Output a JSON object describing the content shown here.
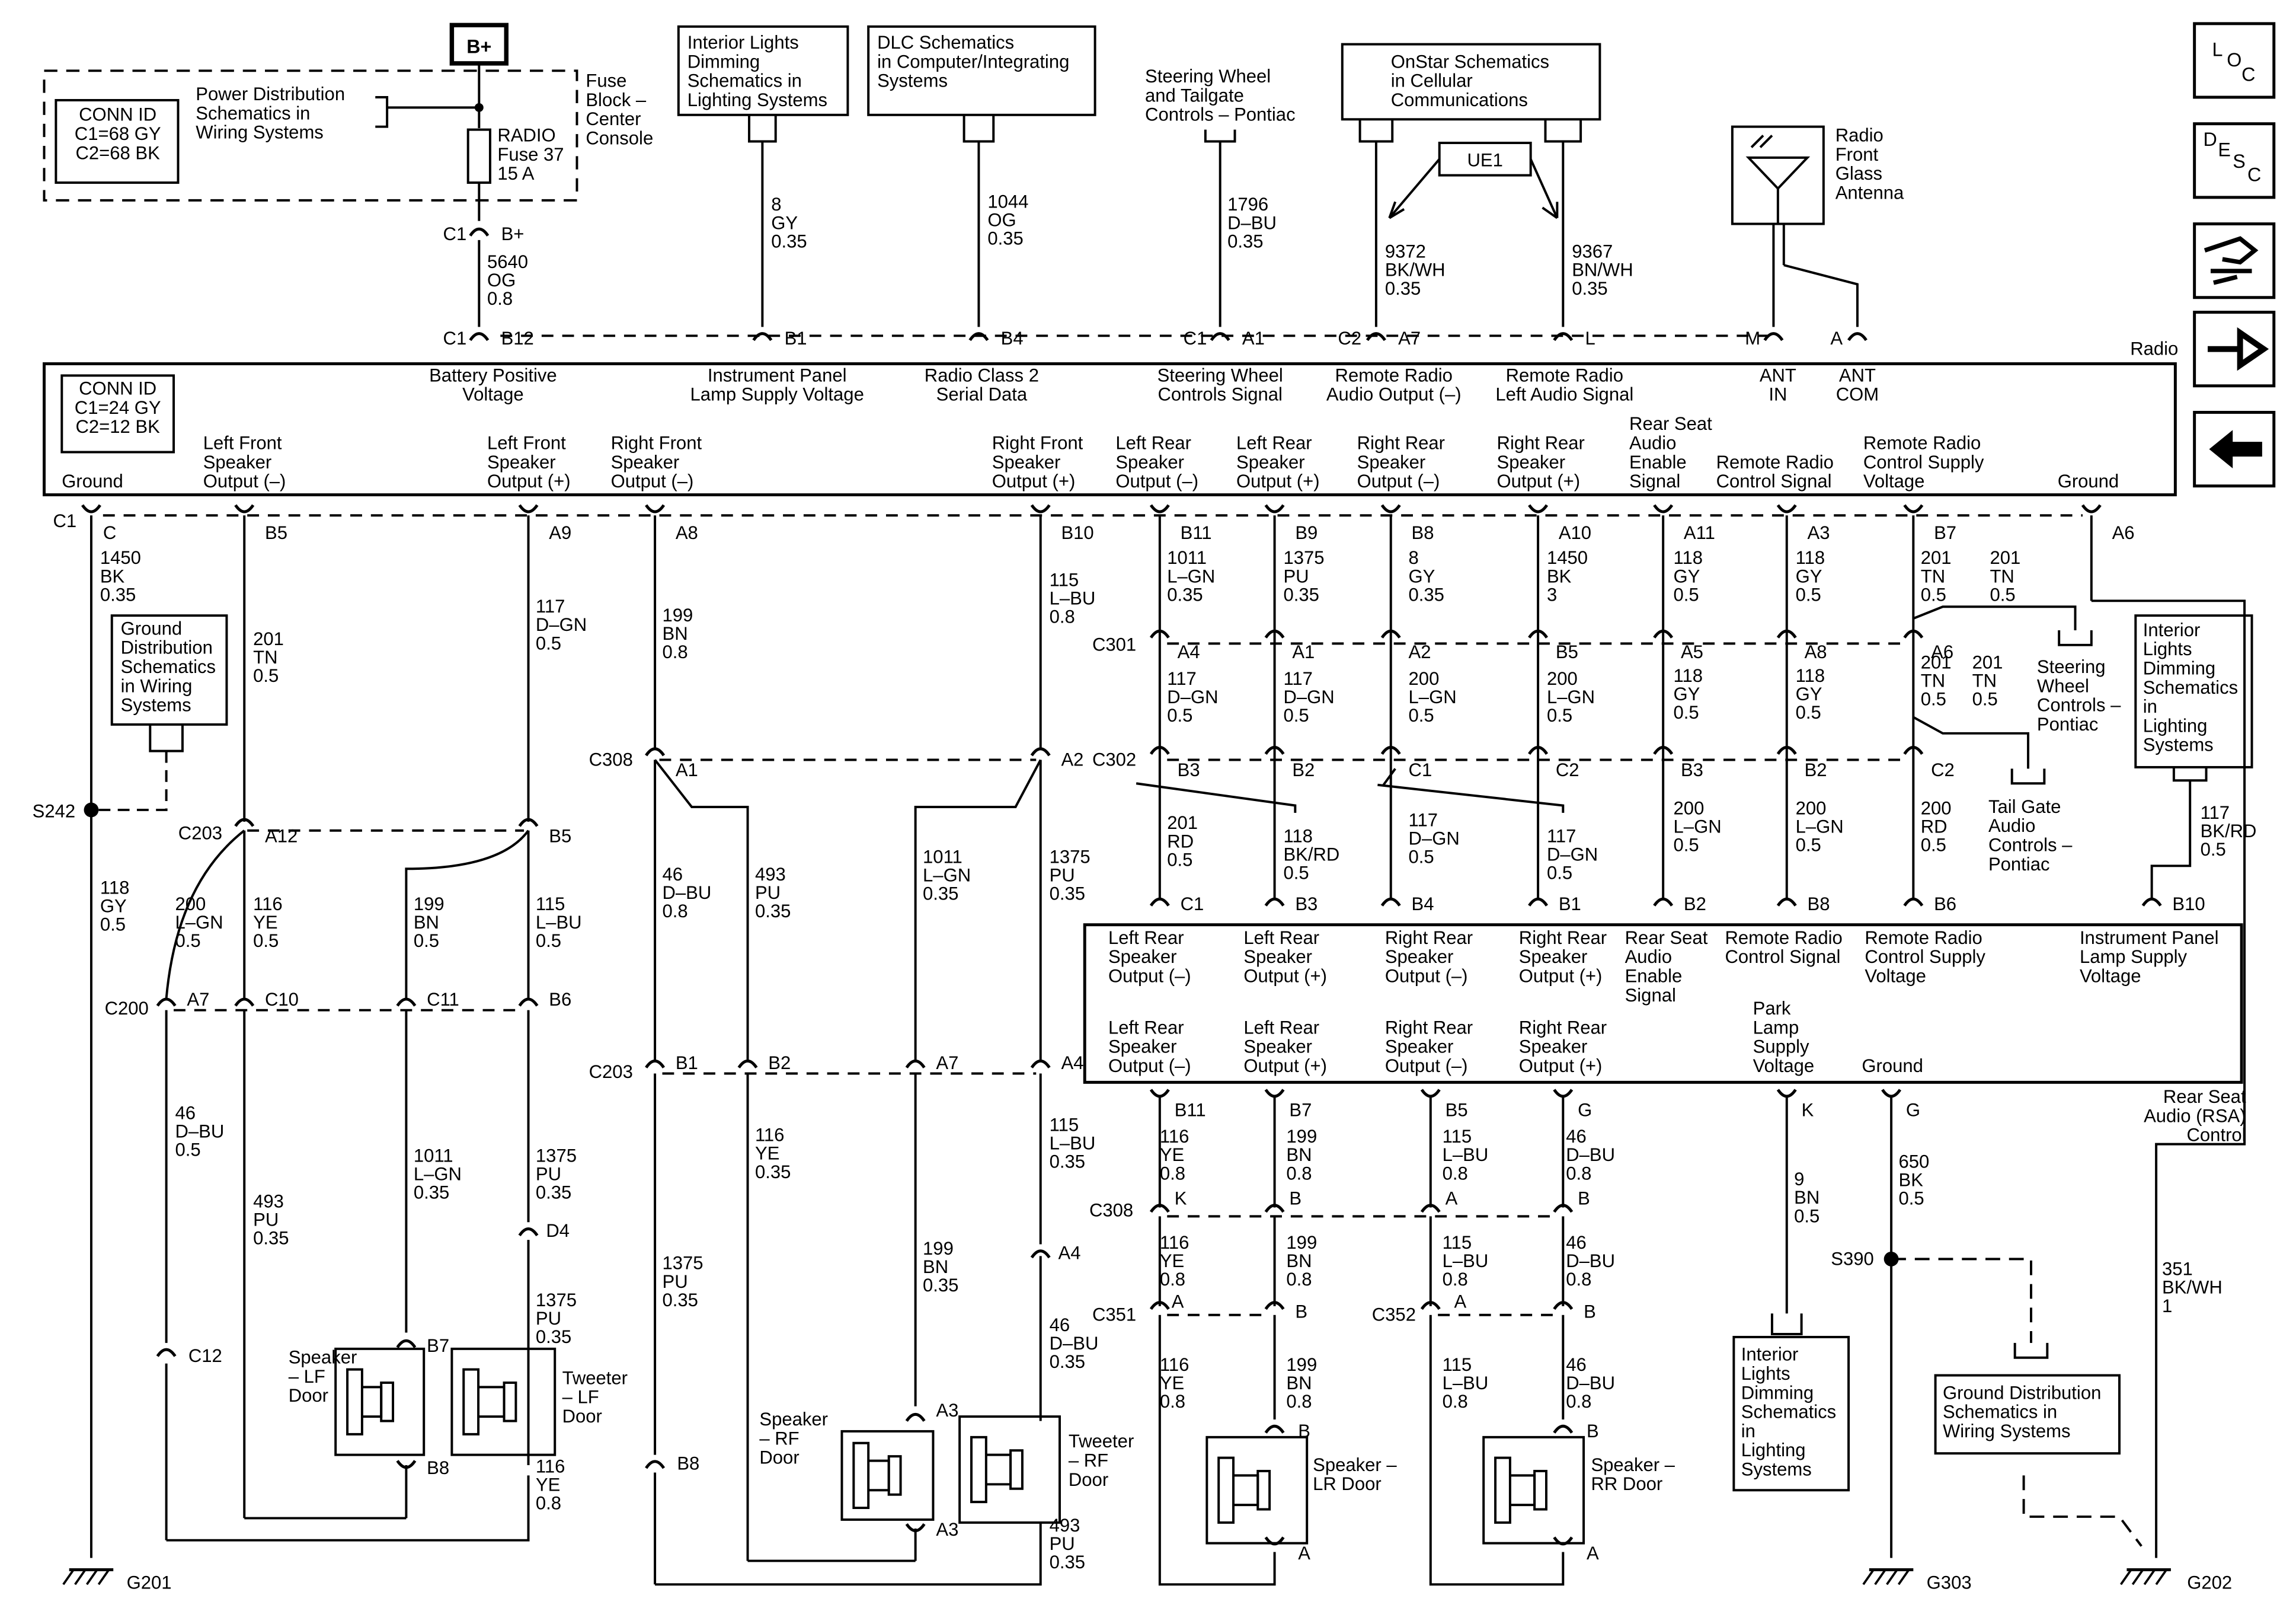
{
  "title": "",
  "boxes": {
    "bplus": "B+",
    "conn_id_fuse": [
      "CONN ID",
      "C1=68 GY",
      "C2=68 BK"
    ],
    "power_dist": [
      "Power Distribution",
      "Schematics in",
      "Wiring  Systems"
    ],
    "fuse_block": [
      "Fuse",
      "Block –",
      "Center",
      "Console"
    ],
    "radio_fuse": [
      "RADIO",
      "Fuse 37",
      "15 A"
    ],
    "interior_top": [
      "Interior Lights",
      "Dimming",
      "Schematics in",
      "Lighting Systems"
    ],
    "dlc": [
      "DLC Schematics",
      "in Computer/Integrating",
      "Systems"
    ],
    "steering_top": [
      "Steering Wheel",
      "and Tailgate",
      "Controls – Pontiac"
    ],
    "onstar": [
      "OnStar Schematics",
      "in Cellular",
      "Communications"
    ],
    "ue1": "UE1",
    "antenna": [
      "Radio",
      "Front",
      "Glass",
      "Antenna"
    ],
    "radio_name": "Radio",
    "conn_id_radio": [
      "CONN ID",
      "C1=24 GY",
      "C2=12 BK"
    ],
    "ground_dist_left": [
      "Ground",
      "Distribution",
      "Schematics",
      "in Wiring",
      "Systems"
    ],
    "interior_right": [
      "Interior",
      "Lights",
      "Dimming",
      "Schematics",
      "in",
      "Lighting",
      "Systems"
    ],
    "steering_right": [
      "Steering",
      "Wheel",
      "Controls –",
      "Pontiac"
    ],
    "tailgate": [
      "Tail Gate",
      "Audio",
      "Controls –",
      "Pontiac"
    ],
    "rsa_name": [
      "Rear Seat",
      "Audio (RSA)",
      "Control"
    ],
    "interior_bottom": [
      "Interior",
      "Lights",
      "Dimming",
      "Schematics",
      "in",
      "Lighting",
      "Systems"
    ],
    "ground_dist_bottom": [
      "Ground Distribution",
      "Schematics in",
      "Wiring Systems"
    ]
  },
  "nav_icons": [
    "LOC",
    "DESC",
    "component-view",
    "next-page",
    "previous-page"
  ],
  "radio_pins_top": [
    {
      "label": [
        "Battery Positive",
        "Voltage"
      ]
    },
    {
      "label": [
        "Instrument Panel",
        "Lamp Supply Voltage"
      ]
    },
    {
      "label": [
        "Radio Class 2",
        "Serial Data"
      ]
    },
    {
      "label": [
        "Steering Wheel",
        "Controls Signal"
      ]
    },
    {
      "label": [
        "Remote Radio",
        "Audio Output (–)"
      ]
    },
    {
      "label": [
        "Remote Radio",
        "Left Audio Signal"
      ]
    },
    {
      "label": [
        "ANT",
        "IN"
      ]
    },
    {
      "label": [
        "ANT",
        "COM"
      ]
    }
  ],
  "radio_pins_bottom": [
    {
      "label": [
        "Ground"
      ]
    },
    {
      "label": [
        "Left Front",
        "Speaker",
        "Output (–)"
      ]
    },
    {
      "label": [
        "Left Front",
        "Speaker",
        "Output (+)"
      ]
    },
    {
      "label": [
        "Right Front",
        "Speaker",
        "Output (–)"
      ]
    },
    {
      "label": [
        "Right Front",
        "Speaker",
        "Output (+)"
      ]
    },
    {
      "label": [
        "Left Rear",
        "Speaker",
        "Output (–)"
      ]
    },
    {
      "label": [
        "Left Rear",
        "Speaker",
        "Output (+)"
      ]
    },
    {
      "label": [
        "Right Rear",
        "Speaker",
        "Output (–)"
      ]
    },
    {
      "label": [
        "Right Rear",
        "Speaker",
        "Output (+)"
      ]
    },
    {
      "label": [
        "Rear Seat",
        "Audio",
        "Enable",
        "Signal"
      ]
    },
    {
      "label": [
        "Remote Radio",
        "Control Signal"
      ]
    },
    {
      "label": [
        "Remote Radio",
        "Control Supply",
        "Voltage"
      ]
    },
    {
      "label": [
        "Ground"
      ]
    }
  ],
  "rsa_pins_top": [
    {
      "label": [
        "Left Rear",
        "Speaker",
        "Output (–)"
      ]
    },
    {
      "label": [
        "Left Rear",
        "Speaker",
        "Output (+)"
      ]
    },
    {
      "label": [
        "Right Rear",
        "Speaker",
        "Output (–)"
      ]
    },
    {
      "label": [
        "Right Rear",
        "Speaker",
        "Output (+)"
      ]
    },
    {
      "label": [
        "Rear Seat",
        "Audio",
        "Enable",
        "Signal"
      ]
    },
    {
      "label": [
        "Remote Radio",
        "Control Signal"
      ]
    },
    {
      "label": [
        "Remote Radio",
        "Control Supply",
        "Voltage"
      ]
    },
    {
      "label": [
        "Instrument Panel",
        "Lamp Supply",
        "Voltage"
      ]
    }
  ],
  "rsa_pins_bottom": [
    {
      "label": [
        "Left Rear",
        "Speaker",
        "Output (–)"
      ]
    },
    {
      "label": [
        "Left Rear",
        "Speaker",
        "Output (+)"
      ]
    },
    {
      "label": [
        "Right Rear",
        "Speaker",
        "Output (–)"
      ]
    },
    {
      "label": [
        "Right Rear",
        "Speaker",
        "Output (+)"
      ]
    },
    {
      "label": [
        "Park",
        "Lamp",
        "Supply",
        "Voltage"
      ]
    },
    {
      "label": [
        "Ground"
      ]
    }
  ],
  "components": {
    "speaker_lf": [
      "Speaker",
      "– LF",
      "Door"
    ],
    "tweeter_lf": [
      "Tweeter",
      "– LF",
      "Door"
    ],
    "speaker_rf": [
      "Speaker",
      "– RF",
      "Door"
    ],
    "tweeter_rf": [
      "Tweeter",
      "– RF",
      "Door"
    ],
    "speaker_lr": [
      "Speaker –",
      "LR Door"
    ],
    "speaker_rr": [
      "Speaker –",
      "RR Door"
    ]
  },
  "grounds": [
    "G201",
    "G303",
    "G202"
  ],
  "splices": [
    "S242",
    "S390"
  ],
  "connector_rows": [
    "C1",
    "C1",
    "C1",
    "C2",
    "C1",
    "C203",
    "C200",
    "C308",
    "C203",
    "C301",
    "C302",
    "C308",
    "C351",
    "C352"
  ],
  "pins": [
    "B+",
    "B12",
    "B1",
    "B4",
    "A1",
    "A7",
    "L",
    "M",
    "A",
    "C",
    "B5",
    "A9",
    "A8",
    "B10",
    "B11",
    "B9",
    "B8",
    "A10",
    "A11",
    "A3",
    "B7",
    "A6",
    "A12",
    "B5",
    "A7",
    "C10",
    "C11",
    "B6",
    "C12",
    "D4",
    "B7",
    "B8",
    "A1",
    "A2",
    "B1",
    "B2",
    "A7",
    "A4",
    "B8",
    "A4",
    "A3",
    "A3",
    "A4",
    "A1",
    "A2",
    "B5",
    "A5",
    "A8",
    "A6",
    "B3",
    "B2",
    "C1",
    "C2",
    "B3",
    "B2",
    "C2",
    "C1",
    "B3",
    "B4",
    "B1",
    "B2",
    "B8",
    "B6",
    "B10",
    "B11",
    "B7",
    "B5",
    "G",
    "K",
    "G",
    "K",
    "B",
    "A",
    "B",
    "A",
    "B",
    "A",
    "B",
    "B",
    "A",
    "B",
    "A",
    "B",
    "A",
    "A",
    "A"
  ],
  "wires": [
    [
      "5640",
      "OG",
      "0.8"
    ],
    [
      "8",
      "GY",
      "0.35"
    ],
    [
      "1044",
      "OG",
      "0.35"
    ],
    [
      "1796",
      "D–BU",
      "0.35"
    ],
    [
      "9372",
      "BK/WH",
      "0.35"
    ],
    [
      "9367",
      "BN/WH",
      "0.35"
    ],
    [
      "1450",
      "BK",
      "0.35"
    ],
    [
      "118",
      "GY",
      "0.5"
    ],
    [
      "201",
      "TN",
      "0.5"
    ],
    [
      "117",
      "D–GN",
      "0.5"
    ],
    [
      "200",
      "L–GN",
      "0.5"
    ],
    [
      "116",
      "YE",
      "0.5"
    ],
    [
      "199",
      "BN",
      "0.5"
    ],
    [
      "115",
      "L–BU",
      "0.5"
    ],
    [
      "46",
      "D–BU",
      "0.5"
    ],
    [
      "493",
      "PU",
      "0.35"
    ],
    [
      "1011",
      "L–GN",
      "0.35"
    ],
    [
      "1375",
      "PU",
      "0.35"
    ],
    [
      "1375",
      "PU",
      "0.35"
    ],
    [
      "116",
      "YE",
      "0.8"
    ],
    [
      "199",
      "BN",
      "0.8"
    ],
    [
      "115",
      "L–BU",
      "0.8"
    ],
    [
      "46",
      "D–BU",
      "0.8"
    ],
    [
      "493",
      "PU",
      "0.35"
    ],
    [
      "1011",
      "L–GN",
      "0.35"
    ],
    [
      "1375",
      "PU",
      "0.35"
    ],
    [
      "1375",
      "PU",
      "0.35"
    ],
    [
      "116",
      "YE",
      "0.35"
    ],
    [
      "199",
      "BN",
      "0.35"
    ],
    [
      "115",
      "L–BU",
      "0.35"
    ],
    [
      "46",
      "D–BU",
      "0.35"
    ],
    [
      "493",
      "PU",
      "0.35"
    ],
    [
      "1011",
      "L–GN",
      "0.35"
    ],
    [
      "1375",
      "PU",
      "0.35"
    ],
    [
      "8",
      "GY",
      "0.35"
    ],
    [
      "1450",
      "BK",
      "3"
    ],
    [
      "118",
      "GY",
      "0.5"
    ],
    [
      "118",
      "GY",
      "0.5"
    ],
    [
      "201",
      "TN",
      "0.5"
    ],
    [
      "201",
      "TN",
      "0.5"
    ],
    [
      "117",
      "D–GN",
      "0.5"
    ],
    [
      "117",
      "D–GN",
      "0.5"
    ],
    [
      "200",
      "L–GN",
      "0.5"
    ],
    [
      "200",
      "L–GN",
      "0.5"
    ],
    [
      "118",
      "GY",
      "0.5"
    ],
    [
      "118",
      "GY",
      "0.5"
    ],
    [
      "201",
      "TN",
      "0.5"
    ],
    [
      "201",
      "TN",
      "0.5"
    ],
    [
      "201",
      "RD",
      "0.5"
    ],
    [
      "118",
      "BK/RD",
      "0.5"
    ],
    [
      "117",
      "D–GN",
      "0.5"
    ],
    [
      "117",
      "D–GN",
      "0.5"
    ],
    [
      "200",
      "L–GN",
      "0.5"
    ],
    [
      "200",
      "L–GN",
      "0.5"
    ],
    [
      "200",
      "RD",
      "0.5"
    ],
    [
      "117",
      "BK/RD",
      "0.5"
    ],
    [
      "116",
      "YE",
      "0.8"
    ],
    [
      "199",
      "BN",
      "0.8"
    ],
    [
      "115",
      "L–BU",
      "0.8"
    ],
    [
      "46",
      "D–BU",
      "0.8"
    ],
    [
      "116",
      "YE",
      "0.8"
    ],
    [
      "199",
      "BN",
      "0.8"
    ],
    [
      "115",
      "L–BU",
      "0.8"
    ],
    [
      "46",
      "D–BU",
      "0.8"
    ],
    [
      "116",
      "YE",
      "0.8"
    ],
    [
      "199",
      "BN",
      "0.8"
    ],
    [
      "115",
      "L–BU",
      "0.8"
    ],
    [
      "46",
      "D–BU",
      "0.8"
    ],
    [
      "9",
      "BN",
      "0.5"
    ],
    [
      "650",
      "BK",
      "0.5"
    ],
    [
      "351",
      "BK/WH",
      "1"
    ]
  ]
}
